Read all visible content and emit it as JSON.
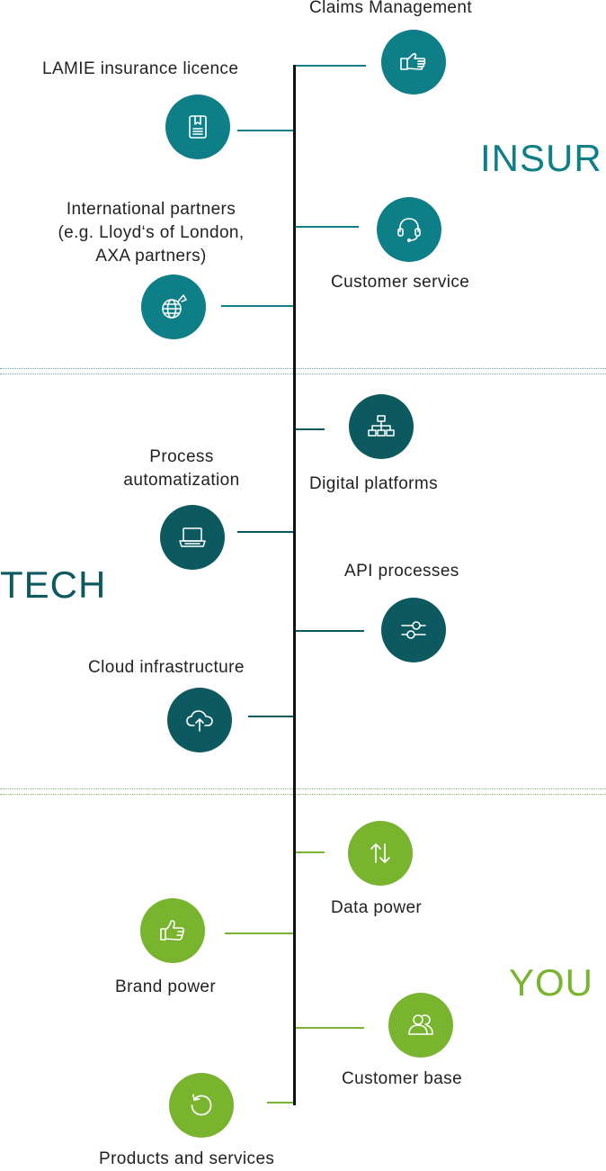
{
  "colors": {
    "insurance": "#0e7f86",
    "tech": "#0c5a60",
    "you": "#78b42e",
    "spine": "#111111"
  },
  "sections": {
    "insurance": {
      "title": "INSUR"
    },
    "tech": {
      "title": "TECH"
    },
    "you": {
      "title": "YOU"
    }
  },
  "items": {
    "claims": {
      "label": "Claims Management",
      "icon": "hand-icon"
    },
    "lamie": {
      "label": "LAMIE insurance licence",
      "icon": "document-icon"
    },
    "partners": {
      "label_line1": "International partners",
      "label_line2": "(e.g. Lloyd‘s of London,",
      "label_line3": "AXA partners)",
      "icon": "globe-icon"
    },
    "customer_service": {
      "label": "Customer service",
      "icon": "headset-icon"
    },
    "digital": {
      "label": "Digital platforms",
      "icon": "sitemap-icon"
    },
    "process": {
      "label_line1": "Process",
      "label_line2": "automatization",
      "icon": "laptop-icon"
    },
    "api": {
      "label": "API processes",
      "icon": "sliders-icon"
    },
    "cloud": {
      "label": "Cloud infrastructure",
      "icon": "cloud-upload-icon"
    },
    "data": {
      "label": "Data power",
      "icon": "arrows-updown-icon"
    },
    "brand": {
      "label": "Brand power",
      "icon": "thumbs-up-icon"
    },
    "customer_base": {
      "label": "Customer base",
      "icon": "users-icon"
    },
    "products": {
      "label": "Products and services",
      "icon": "refresh-icon"
    }
  }
}
